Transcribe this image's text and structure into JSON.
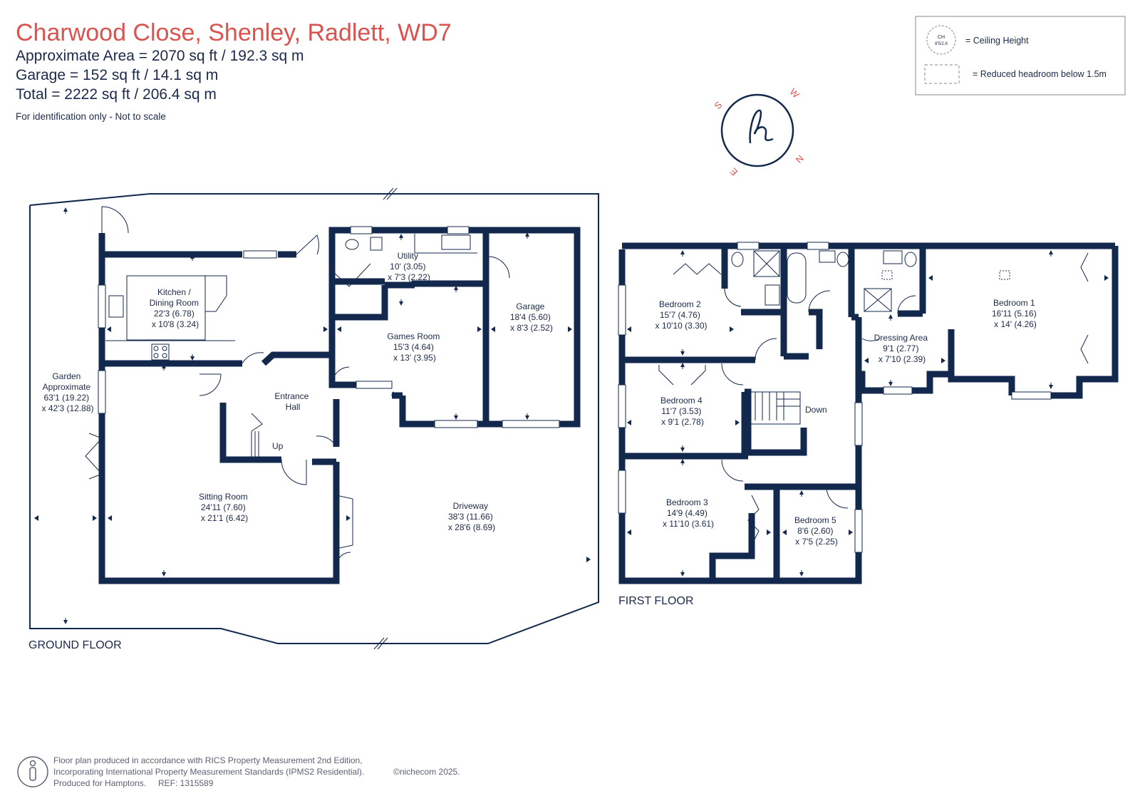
{
  "header": {
    "title": "Charwood Close, Shenley, Radlett, WD7",
    "area": "Approximate Area = 2070 sq ft / 192.3 sq m",
    "garage": "Garage = 152 sq ft / 14.1 sq m",
    "total": "Total = 2222 sq ft / 206.4 sq m",
    "disclaimer": "For identification only - Not to scale"
  },
  "legend": {
    "ch_icon_line1": "CH",
    "ch_icon_line2": "8'5/2.6",
    "ceiling": "= Ceiling Height",
    "reduced": "= Reduced headroom below 1.5m"
  },
  "compass": {
    "n": "N",
    "e": "E",
    "s": "S",
    "w": "W",
    "logo_icon": "hamptons-h-logo"
  },
  "ground_floor": {
    "label": "GROUND FLOOR",
    "rooms": {
      "kitchen": [
        "Kitchen /",
        "Dining Room",
        "22'3 (6.78)",
        "x 10'8 (3.24)"
      ],
      "utility": [
        "Utility",
        "10' (3.05)",
        "x 7'3 (2.22)"
      ],
      "garage": [
        "Garage",
        "18'4 (5.60)",
        "x 8'3 (2.52)"
      ],
      "games": [
        "Games Room",
        "15'3 (4.64)",
        "x 13' (3.95)"
      ],
      "entrance": [
        "Entrance",
        "Hall"
      ],
      "garden": [
        "Garden",
        "Approximate",
        "63'1 (19.22)",
        "x 42'3 (12.88)"
      ],
      "sitting": [
        "Sitting Room",
        "24'11 (7.60)",
        "x 21'1 (6.42)"
      ],
      "driveway": [
        "Driveway",
        "38'3 (11.66)",
        "x 28'6 (8.69)"
      ],
      "stairs_up": "Up"
    }
  },
  "first_floor": {
    "label": "FIRST FLOOR",
    "rooms": {
      "bedroom2": [
        "Bedroom 2",
        "15'7 (4.76)",
        "x 10'10 (3.30)"
      ],
      "bedroom1": [
        "Bedroom 1",
        "16'11 (5.16)",
        "x 14' (4.26)"
      ],
      "dressing": [
        "Dressing Area",
        "9'1 (2.77)",
        "x 7'10 (2.39)"
      ],
      "bedroom4": [
        "Bedroom 4",
        "11'7 (3.53)",
        "x 9'1 (2.78)"
      ],
      "bedroom3": [
        "Bedroom 3",
        "14'9 (4.49)",
        "x 11'10 (3.61)"
      ],
      "bedroom5": [
        "Bedroom 5",
        "8'6 (2.60)",
        "x 7'5 (2.25)"
      ],
      "stairs_down": "Down"
    }
  },
  "footer": {
    "line1": "Floor plan produced in accordance with RICS Property Measurement 2nd Edition,",
    "line2": "Incorporating International Property Measurement Standards (IPMS2 Residential).",
    "copyright": "©nichecom 2025.",
    "line3": "Produced for Hamptons.",
    "ref": "REF: 1315589",
    "rics_icon": "rics-person-icon"
  }
}
